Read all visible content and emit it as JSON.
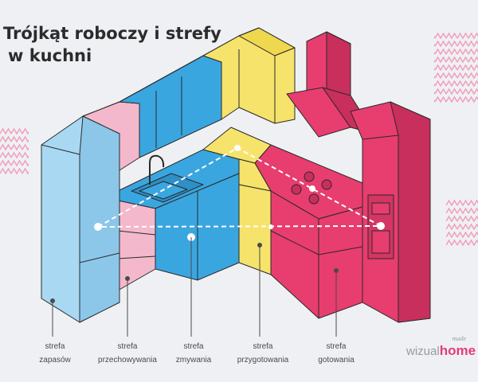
{
  "title": {
    "line1": "Trójkąt roboczy i strefy",
    "line2": "w kuchni"
  },
  "zones": [
    {
      "line1": "strefa",
      "line2": "zapasów",
      "color": "#a9d8f3"
    },
    {
      "line1": "strefa",
      "line2": "przechowywania",
      "color": "#f4b8cc"
    },
    {
      "line1": "strefa",
      "line2": "zmywania",
      "color": "#3aa6e0"
    },
    {
      "line1": "strefa",
      "line2": "przygotowania",
      "color": "#f6e36b"
    },
    {
      "line1": "strefa",
      "line2": "gotowania",
      "color": "#e83d6f"
    }
  ],
  "brand": {
    "part1": "wizual",
    "part2": "home",
    "tag": "made"
  },
  "colors": {
    "background": "#eef0f3",
    "outline": "#2a2a2a",
    "accent_pattern": "#f29ab8"
  }
}
